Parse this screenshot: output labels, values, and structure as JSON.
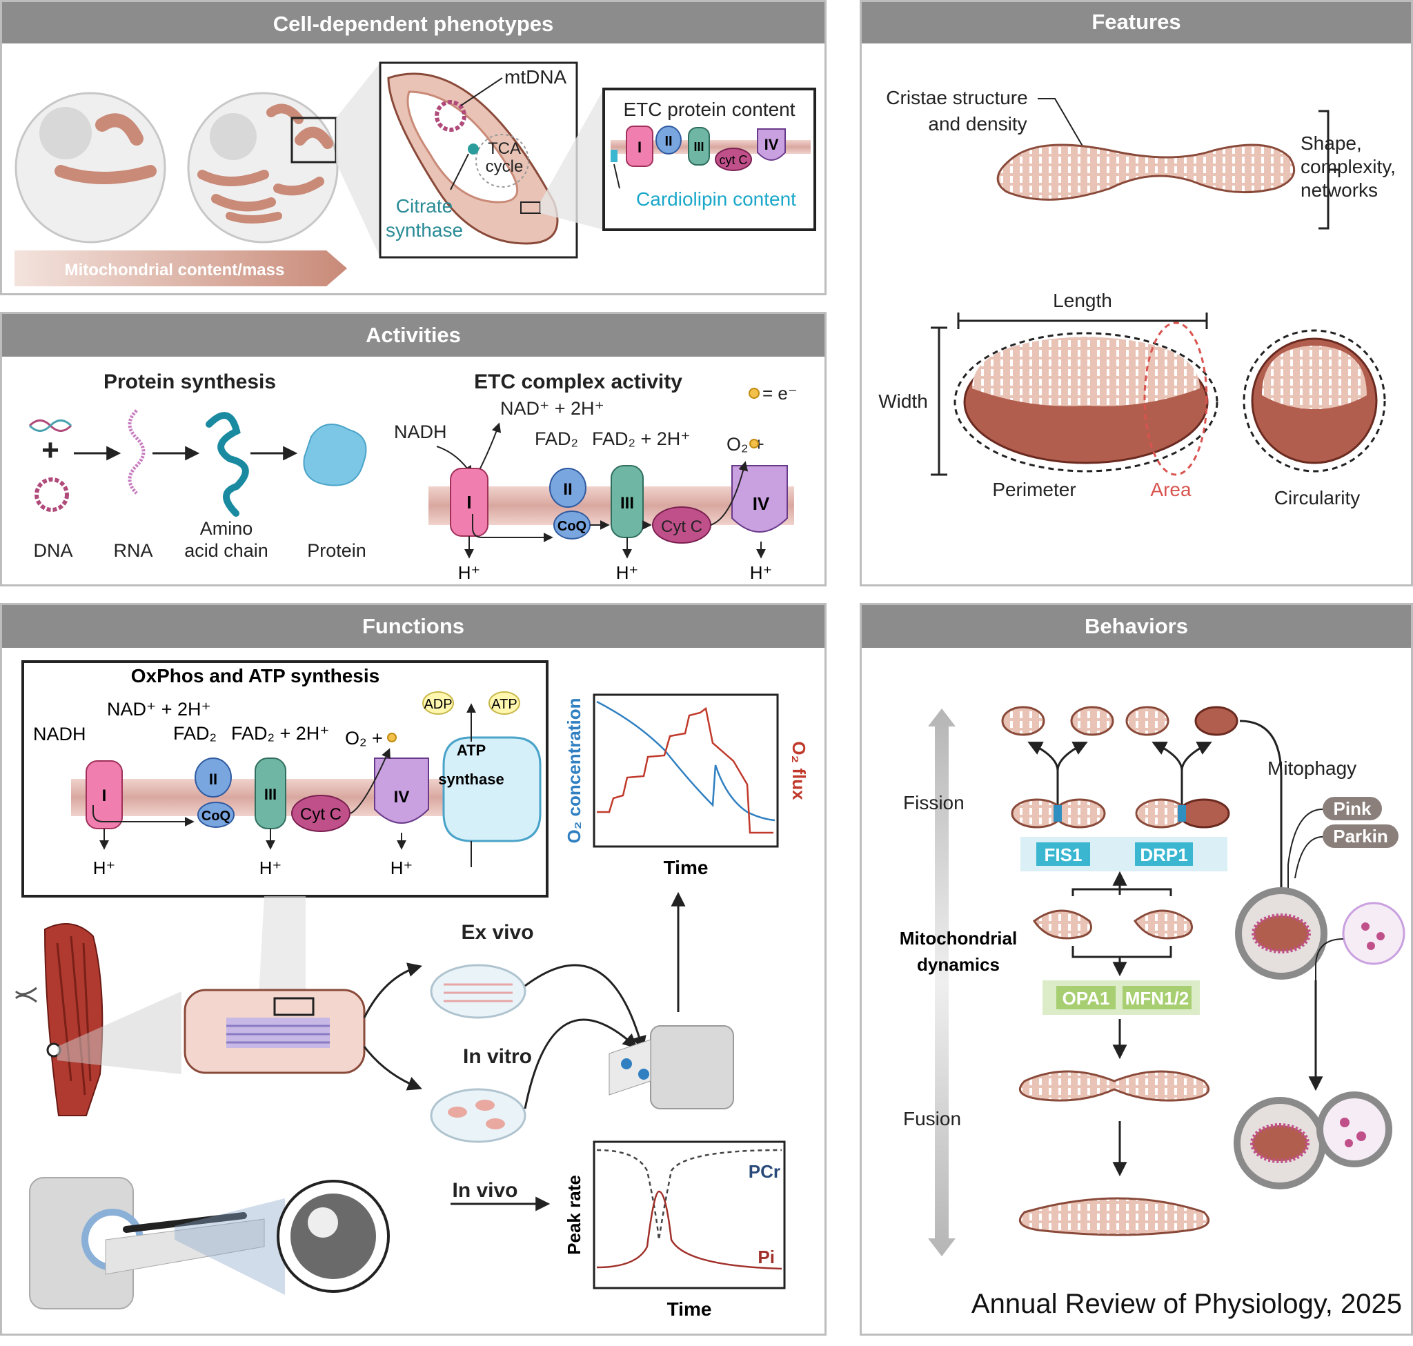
{
  "panels": {
    "cell_phenotypes": {
      "title": "Cell-dependent phenotypes",
      "arrow_label": "Mitochondrial content/mass",
      "mtdna": "mtDNA",
      "tca_line1": "TCA",
      "tca_line2": "cycle",
      "citrate_line1": "Citrate",
      "citrate_line2": "synthase",
      "etc_title": "ETC protein content",
      "complexes": [
        "I",
        "II",
        "III",
        "cyt C",
        "IV"
      ],
      "cardiolipin": "Cardiolipin content"
    },
    "activities": {
      "title": "Activities",
      "protein_synthesis": "Protein synthesis",
      "steps": [
        "DNA",
        "RNA",
        "Amino",
        "acid chain",
        "Protein"
      ],
      "etc_activity": "ETC complex activity",
      "electron_legend": "= e⁻",
      "nadh": "NADH",
      "nad": "NAD⁺ + 2H⁺",
      "fad2": "FAD₂",
      "fad2h": "FAD₂ + 2H⁺",
      "o2": "O₂ +",
      "hplus": "H⁺",
      "complexes": [
        "I",
        "II",
        "III",
        "IV",
        "CoQ",
        "Cyt C"
      ]
    },
    "functions": {
      "title": "Functions",
      "oxphos_title": "OxPhos and ATP synthesis",
      "nadh": "NADH",
      "nad": "NAD⁺ + 2H⁺",
      "fad2": "FAD₂",
      "fad2h": "FAD₂ + 2H⁺",
      "o2": "O₂ +",
      "hplus": "H⁺",
      "adp": "ADP",
      "atp": "ATP",
      "atp_synthase_line1": "ATP",
      "atp_synthase_line2": "synthase",
      "complexes": [
        "I",
        "II",
        "III",
        "IV",
        "CoQ",
        "Cyt C"
      ],
      "chart1_ylabel": "O₂ concentration",
      "chart1_y2label": "O₂ flux",
      "chart1_xlabel": "Time",
      "ex_vivo": "Ex vivo",
      "in_vitro": "In vitro",
      "in_vivo": "In vivo",
      "chart2_ylabel": "Peak rate",
      "chart2_xlabel": "Time",
      "pcr": "PCr",
      "pi": "Pi"
    },
    "features": {
      "title": "Features",
      "cristae_line1": "Cristae structure",
      "cristae_line2": "and density",
      "shape_line1": "Shape,",
      "shape_line2": "complexity,",
      "shape_line3": "networks",
      "length": "Length",
      "width": "Width",
      "perimeter": "Perimeter",
      "area": "Area",
      "circularity": "Circularity"
    },
    "behaviors": {
      "title": "Behaviors",
      "fission": "Fission",
      "fusion": "Fusion",
      "dynamics_line1": "Mitochondrial",
      "dynamics_line2": "dynamics",
      "fis1": "FIS1",
      "drp1": "DRP1",
      "opa1": "OPA1",
      "mfn": "MFN1/2",
      "mitophagy": "Mitophagy",
      "pink": "Pink",
      "parkin": "Parkin"
    }
  },
  "credit": "Annual Review of Physiology, 2025",
  "colors": {
    "header": "#8c8c8c",
    "mito_fill": "#e9c3b6",
    "mito_stroke": "#8a4a3a",
    "complex_I": "#f07fb0",
    "complex_II": "#7aa6e0",
    "complex_III": "#6fb7a4",
    "complex_IV": "#c9a0e0",
    "cytc": "#c0508a",
    "cyan_label": "#1aa7c9",
    "area_red": "#d9534f"
  }
}
